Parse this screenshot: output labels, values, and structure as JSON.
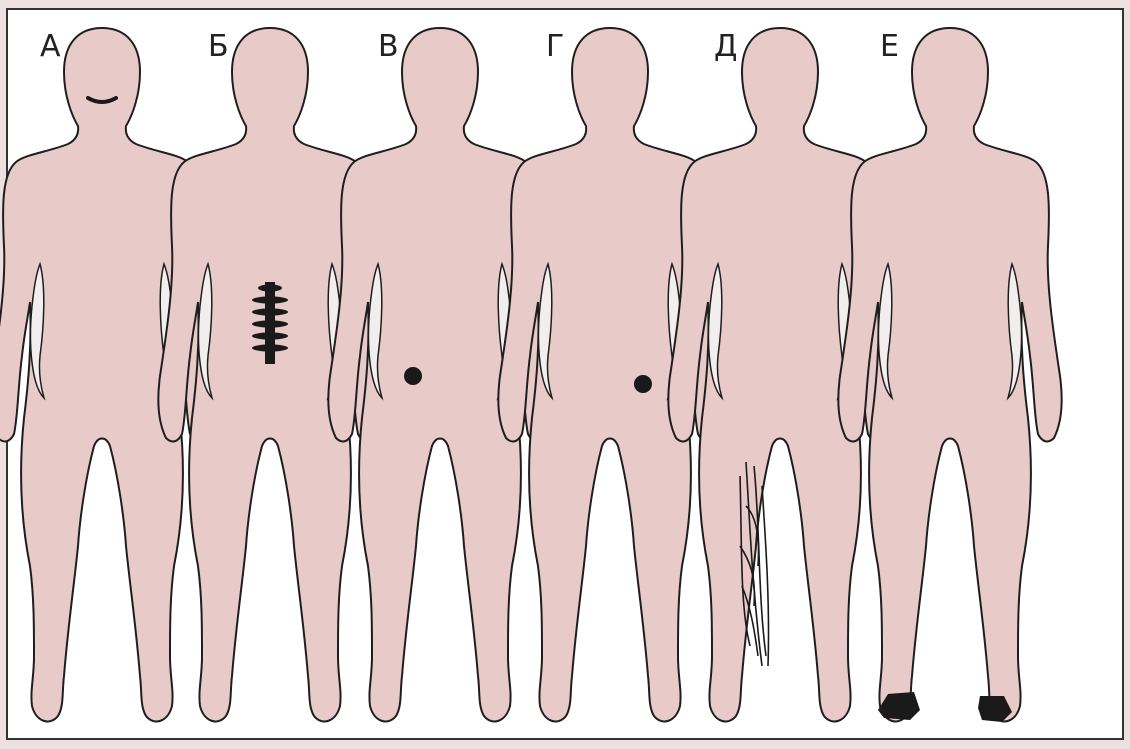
{
  "figures": [
    {
      "label": "А",
      "mark": "jaw"
    },
    {
      "label": "Б",
      "mark": "spine"
    },
    {
      "label": "В",
      "mark": "right-dot"
    },
    {
      "label": "Г",
      "mark": "left-dot"
    },
    {
      "label": "Д",
      "mark": "leg-veins"
    },
    {
      "label": "Е",
      "mark": "feet"
    }
  ],
  "colors": {
    "skin": "#e8cbc8",
    "outline": "#1e1e1e",
    "mark": "#1a1a1a",
    "gap": "#f2eeee"
  }
}
